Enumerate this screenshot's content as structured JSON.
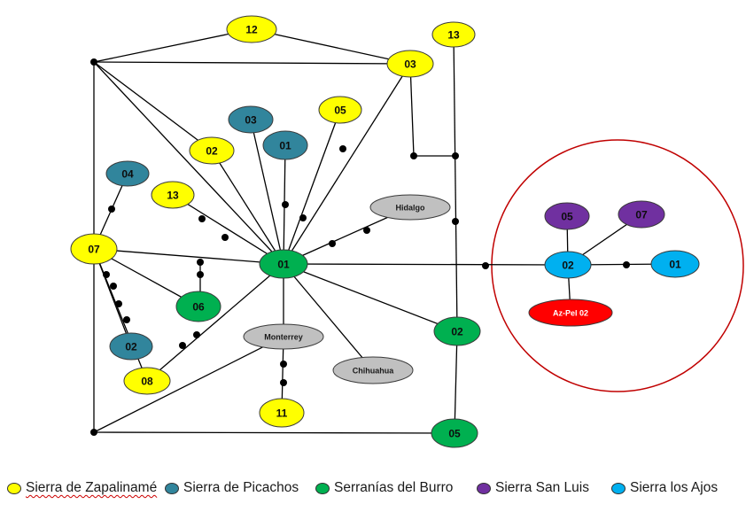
{
  "colors": {
    "zapalinam": "#ffff00",
    "picachos": "#31859c",
    "burro": "#00b050",
    "sanluis": "#7030a0",
    "ajos": "#00b0f0",
    "grey": "#c0c0c0",
    "red": "#ff0000",
    "circle": "#c00000"
  },
  "nodes": [
    {
      "id": "z12",
      "label": "12",
      "group": "zapalinam"
    },
    {
      "id": "z13top",
      "label": "13",
      "group": "zapalinam"
    },
    {
      "id": "z03",
      "label": "03",
      "group": "zapalinam"
    },
    {
      "id": "p03",
      "label": "03",
      "group": "picachos"
    },
    {
      "id": "z05",
      "label": "05",
      "group": "zapalinam"
    },
    {
      "id": "z02",
      "label": "02",
      "group": "zapalinam"
    },
    {
      "id": "p01",
      "label": "01",
      "group": "picachos"
    },
    {
      "id": "p04",
      "label": "04",
      "group": "picachos"
    },
    {
      "id": "z13",
      "label": "13",
      "group": "zapalinam"
    },
    {
      "id": "hidalgo",
      "label": "Hidalgo",
      "group": "grey"
    },
    {
      "id": "z07",
      "label": "07",
      "group": "zapalinam"
    },
    {
      "id": "b01",
      "label": "01",
      "group": "burro"
    },
    {
      "id": "b06",
      "label": "06",
      "group": "burro"
    },
    {
      "id": "p02",
      "label": "02",
      "group": "picachos"
    },
    {
      "id": "monterrey",
      "label": "Monterrey",
      "group": "grey"
    },
    {
      "id": "b02",
      "label": "02",
      "group": "burro"
    },
    {
      "id": "chihuahua",
      "label": "Chihuahua",
      "group": "grey"
    },
    {
      "id": "z08",
      "label": "08",
      "group": "zapalinam"
    },
    {
      "id": "z11",
      "label": "11",
      "group": "zapalinam"
    },
    {
      "id": "b05",
      "label": "05",
      "group": "burro"
    },
    {
      "id": "s05",
      "label": "05",
      "group": "sanluis"
    },
    {
      "id": "s07",
      "label": "07",
      "group": "sanluis"
    },
    {
      "id": "a02",
      "label": "02",
      "group": "ajos"
    },
    {
      "id": "a01",
      "label": "01",
      "group": "ajos"
    },
    {
      "id": "azpel",
      "label": "Az-Pel 02",
      "group": "red"
    }
  ],
  "legend": [
    {
      "label": "Sierra de Zapalinamé",
      "group": "zapalinam",
      "squiggle": true
    },
    {
      "label": "Sierra de Picachos",
      "group": "picachos",
      "squiggle": false
    },
    {
      "label": "Serranías del Burro",
      "group": "burro",
      "squiggle": false
    },
    {
      "label": "Sierra San Luis",
      "group": "sanluis",
      "squiggle": false
    },
    {
      "label": "Sierra los Ajos",
      "group": "ajos",
      "squiggle": false
    }
  ]
}
